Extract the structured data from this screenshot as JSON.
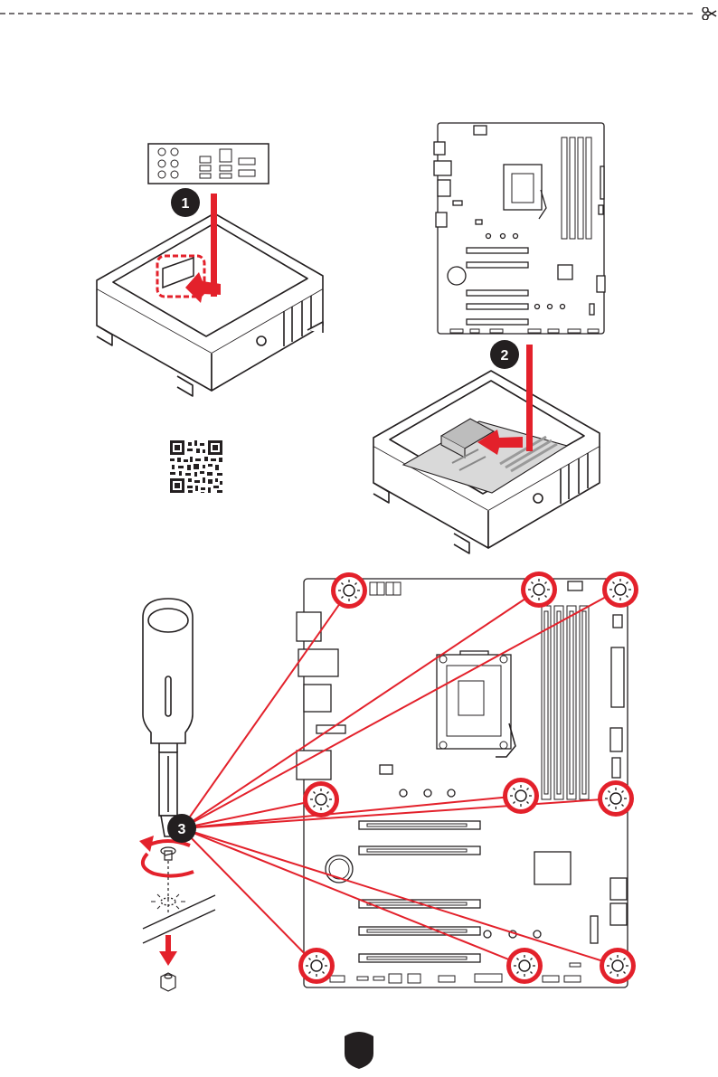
{
  "steps": {
    "io_shield": "1",
    "motherboard": "2",
    "screws": "3"
  },
  "icons": {
    "qr": "qr-code-icon",
    "logo": "brand-shield-logo-icon"
  },
  "colors": {
    "accent": "#e3212b",
    "line": "#231f20",
    "board": "#ffffff"
  }
}
